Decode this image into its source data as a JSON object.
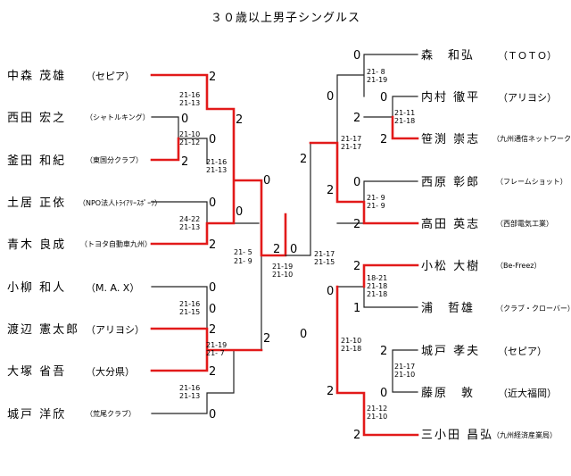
{
  "title": "３０歳以上男子シングルス",
  "colors": {
    "win": "#e21a1a",
    "line": "#222222"
  },
  "left": [
    {
      "name": "中森 茂雄",
      "club": "（セピア）"
    },
    {
      "name": "西田 宏之",
      "club": "（シャトルキング）"
    },
    {
      "name": "釜田 和紀",
      "club": "（東国分クラブ）"
    },
    {
      "name": "土居 正依",
      "club": "（NPO法人ﾄﾗｲｱﾘｰｽﾎﾟｰﾂ）"
    },
    {
      "name": "青木 良成",
      "club": "（トヨタ自動車九州）"
    },
    {
      "name": "小柳 和人",
      "club": "（M. A. X）"
    },
    {
      "name": "渡辺 憲太郎",
      "club": "（アリヨシ）"
    },
    {
      "name": "大塚 省吾",
      "club": "（大分県）"
    },
    {
      "name": "城戸 洋欣",
      "club": "（荒尾クラブ）"
    }
  ],
  "right": [
    {
      "name": "森　和弘",
      "club": "（ＴＯＴＯ）"
    },
    {
      "name": "内村 徹平",
      "club": "（アリヨシ）"
    },
    {
      "name": "笹渕 崇志",
      "club": "（九州通信ネットワーク）"
    },
    {
      "name": "西原 彰郎",
      "club": "（フレームショット）"
    },
    {
      "name": "高田 英志",
      "club": "（西部電気工業）"
    },
    {
      "name": "小松 大樹",
      "club": "（Be-Freez）"
    },
    {
      "name": "浦　哲雄",
      "club": "（クラブ・クローバー）"
    },
    {
      "name": "城戸 孝夫",
      "club": "（セピア）"
    },
    {
      "name": "藤原　敦",
      "club": "（近大福岡）"
    },
    {
      "name": "三小田 昌弘",
      "club": "（九州経済産業局）"
    }
  ],
  "scores": {
    "l1": "2",
    "l2": "0",
    "l3": "0",
    "l4": "2",
    "l5": "0",
    "l6": "2",
    "l7": "0",
    "l8": "0",
    "l9": "2",
    "l10": "2",
    "l11": "0",
    "l12": "0",
    "l13": "2",
    "l14": "2",
    "l15": "0",
    "lsf_a": "2",
    "lsf_b": "0",
    "lfinal": "2",
    "r1": "0",
    "r2": "2",
    "r3": "0",
    "r4": "2",
    "r5": "0",
    "r6": "2",
    "r7": "0",
    "r8": "2",
    "r9": "2",
    "r10": "1",
    "r11": "2",
    "r12": "0",
    "r13": "2",
    "r14": "0",
    "r15": "2",
    "rsf_a": "2",
    "rsf_b": "0",
    "rfinal": "0"
  },
  "sets": {
    "m_l1": [
      "21-16",
      "21-13"
    ],
    "m_l2": [
      "21-10",
      "21-12"
    ],
    "m_l3": [
      "21-16",
      "21-13"
    ],
    "m_l4": [
      "24-22",
      "21-13"
    ],
    "m_l5": [
      "21-16",
      "21-15"
    ],
    "m_l6": [
      "21-19",
      "21- 7"
    ],
    "m_l7": [
      "21-16",
      "21-13"
    ],
    "m_lsf": [
      "21- 5",
      "21- 9"
    ],
    "m_final": [
      "21-19",
      "21-10"
    ],
    "m_rsf": [
      "21-17",
      "21-15"
    ],
    "m_r1": [
      "21- 8",
      "21-19"
    ],
    "m_r2": [
      "21-11",
      "21-18"
    ],
    "m_r3": [
      "21-17",
      "21-17"
    ],
    "m_r4": [
      "21- 9",
      "21- 9"
    ],
    "m_r5": [
      "18-21",
      "21-18",
      "21-18"
    ],
    "m_r6": [
      "21-10",
      "21-18"
    ],
    "m_r7": [
      "21-17",
      "21-10"
    ],
    "m_r8": [
      "21-12",
      "21-10"
    ]
  }
}
